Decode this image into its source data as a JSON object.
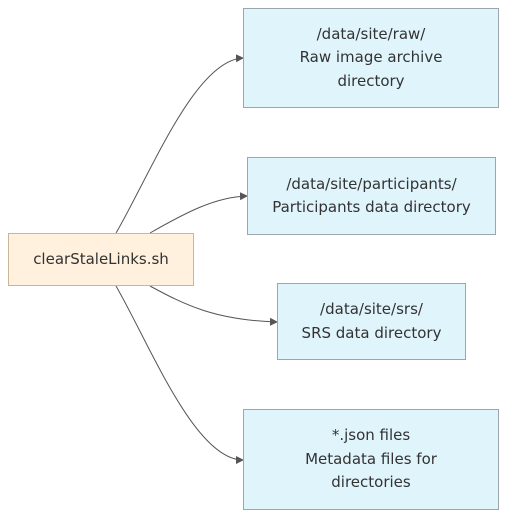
{
  "source": {
    "label": "clearStaleLinks.sh"
  },
  "targets": [
    {
      "path": "/data/site/raw/",
      "desc_line1": "Raw image archive",
      "desc_line2": "directory"
    },
    {
      "path": "/data/site/participants/",
      "desc_line1": "Participants data directory",
      "desc_line2": ""
    },
    {
      "path": "/data/site/srs/",
      "desc_line1": "SRS data directory",
      "desc_line2": ""
    },
    {
      "path": "*.json files",
      "desc_line1": "Metadata files for",
      "desc_line2": "directories"
    }
  ],
  "colors": {
    "source_fill": "#fff1de",
    "target_fill": "#e0f4fc",
    "edge": "#555555"
  }
}
